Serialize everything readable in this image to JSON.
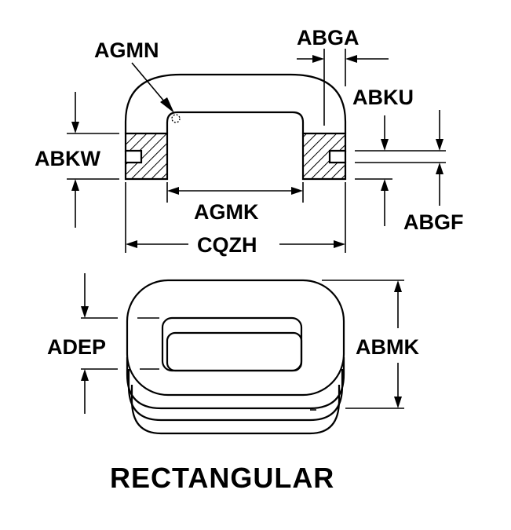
{
  "labels": {
    "agmn": "AGMN",
    "abga": "ABGA",
    "abku": "ABKU",
    "abkw": "ABKW",
    "agmk": "AGMK",
    "abgf": "ABGF",
    "cqzh": "CQZH",
    "adep": "ADEP",
    "abmk": "ABMK"
  },
  "caption": "RECTANGULAR",
  "colors": {
    "ink": "#000000",
    "background": "#ffffff"
  }
}
